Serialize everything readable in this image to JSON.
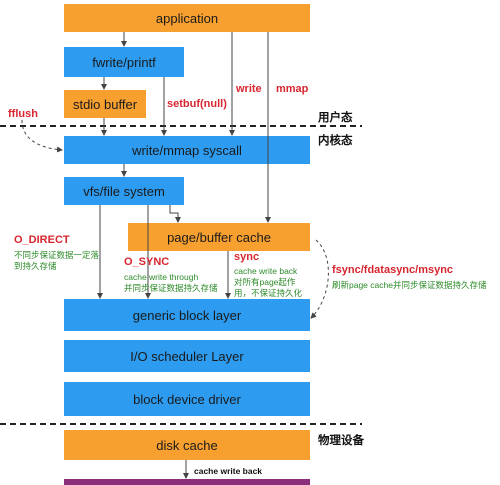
{
  "boxes": {
    "application": "application",
    "fwrite": "fwrite/printf",
    "stdio_buffer": "stdio buffer",
    "syscall": "write/mmap syscall",
    "vfs": "vfs/file system",
    "page_cache": "page/buffer cache",
    "generic_block": "generic block layer",
    "io_scheduler": "I/O scheduler Layer",
    "block_driver": "block device driver",
    "disk_cache": "disk cache"
  },
  "labels": {
    "write": "write",
    "mmap": "mmap",
    "setbuf": "setbuf(null)",
    "fflush": "fflush",
    "user_space": "用户态",
    "kernel_space": "内核态",
    "physical_device": "物理设备",
    "o_direct": "O_DIRECT",
    "o_direct_desc_1": "不同步保证数据一定落",
    "o_direct_desc_2": "到持久存储",
    "o_sync": "O_SYNC",
    "o_sync_desc_1": "cache write through",
    "o_sync_desc_2": "并同步保证数据持久存储",
    "sync": "sync",
    "sync_desc_1": "cache write back",
    "sync_desc_2": "对所有page起作",
    "sync_desc_3": "用，不保证持久化",
    "fsync": "fsync/fdatasync/msync",
    "fsync_desc": "刷新page cache并同步保证数据持久存储",
    "cache_write_back": "cache write back"
  },
  "colors": {
    "orange": "#f7a030",
    "blue": "#2d9bf0",
    "purple": "#8b2f7a",
    "red_text": "#d8262f",
    "green_text": "#2d8a2a"
  }
}
